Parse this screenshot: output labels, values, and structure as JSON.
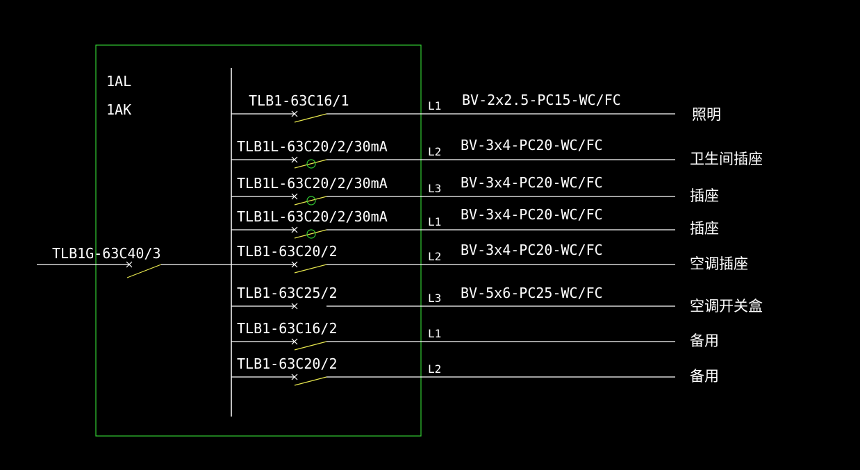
{
  "colors": {
    "background": "#000000",
    "enclosure": "#33cc33",
    "wire": "#ffffff",
    "switch_blade": "#e6e64d",
    "rcd_circle": "#33cc33"
  },
  "panel": {
    "name": "1AL",
    "subname": "1AK"
  },
  "main_breaker": {
    "label": "TLB1G-63C40/3"
  },
  "circuits": [
    {
      "breaker": "TLB1-63C16/1",
      "phase": "L1",
      "cable": "BV-2x2.5-PC15-WC/FC",
      "load": "照明",
      "rcd": false,
      "blade": true
    },
    {
      "breaker": "TLB1L-63C20/2/30mA",
      "phase": "L2",
      "cable": "BV-3x4-PC20-WC/FC",
      "load": "卫生间插座",
      "rcd": true,
      "blade": true
    },
    {
      "breaker": "TLB1L-63C20/2/30mA",
      "phase": "L3",
      "cable": "BV-3x4-PC20-WC/FC",
      "load": "插座",
      "rcd": true,
      "blade": true
    },
    {
      "breaker": "TLB1L-63C20/2/30mA",
      "phase": "L1",
      "cable": "BV-3x4-PC20-WC/FC",
      "load": "插座",
      "rcd": true,
      "blade": true
    },
    {
      "breaker": "TLB1-63C20/2",
      "phase": "L2",
      "cable": "BV-3x4-PC20-WC/FC",
      "load": "空调插座",
      "rcd": false,
      "blade": true
    },
    {
      "breaker": "TLB1-63C25/2",
      "phase": "L3",
      "cable": "BV-5x6-PC25-WC/FC",
      "load": "空调开关盒",
      "rcd": false,
      "blade": false
    },
    {
      "breaker": "TLB1-63C16/2",
      "phase": "L1",
      "cable": "",
      "load": "备用",
      "rcd": false,
      "blade": true
    },
    {
      "breaker": "TLB1-63C20/2",
      "phase": "L2",
      "cable": "",
      "load": "备用",
      "rcd": false,
      "blade": true
    }
  ]
}
